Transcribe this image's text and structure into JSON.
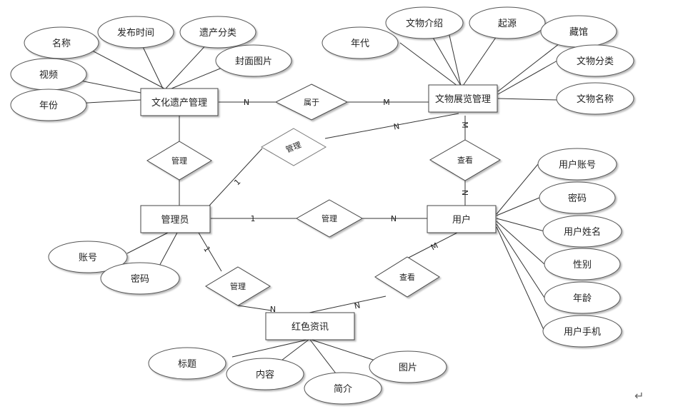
{
  "entities": {
    "heritage": "文化遗产管理",
    "exhibition": "文物展览管理",
    "admin": "管理员",
    "user": "用户",
    "news": "红色资讯"
  },
  "relationships": {
    "belongs": "属于",
    "manage_heritage": "管理",
    "manage_exhibition": "管理",
    "manage_user": "管理",
    "manage_news": "管理",
    "view_exhibition": "查看",
    "view_news": "查看"
  },
  "attributes": {
    "heritage": [
      "名称",
      "发布时间",
      "遗产分类",
      "视频",
      "封面图片",
      "年份"
    ],
    "exhibition": [
      "文物介绍",
      "起源",
      "年代",
      "藏馆",
      "文物分类",
      "文物名称"
    ],
    "admin": [
      "账号",
      "密码"
    ],
    "user": [
      "用户账号",
      "密码",
      "用户姓名",
      "性别",
      "年龄",
      "用户手机"
    ],
    "news": [
      "标题",
      "内容",
      "简介",
      "图片"
    ]
  },
  "cardinalities": {
    "heritage_belongs": "N",
    "belongs_exhibition": "M",
    "admin_manage_exhibition": "1",
    "manage_exhibition_side": "N",
    "exhibition_view": "M",
    "view_user": "N",
    "admin_manage_user": "1",
    "manage_user_side": "N",
    "admin_manage_news": "1",
    "manage_news_side": "N",
    "news_view": "N",
    "view_news_user": "M"
  },
  "paragraph_mark": "↵"
}
